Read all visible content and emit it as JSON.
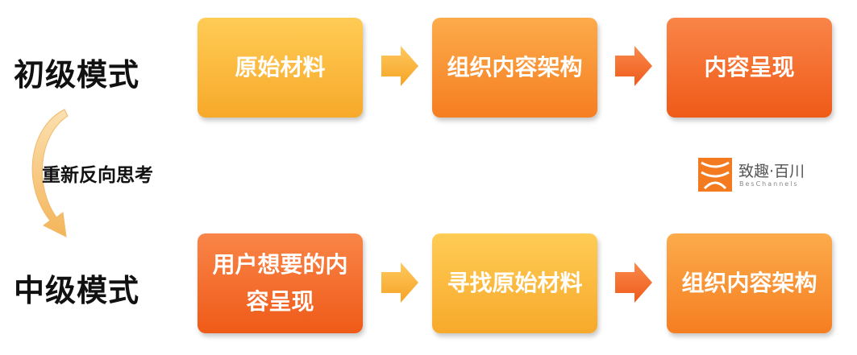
{
  "rows": [
    {
      "label": "初级模式",
      "steps": [
        "原始材料",
        "组织内容架构",
        "内容呈现"
      ]
    },
    {
      "label": "中级模式",
      "steps": [
        "用户想要的内容呈现",
        "寻找原始材料",
        "组织内容架构"
      ]
    }
  ],
  "reverse_label": "重新反向思考",
  "logo": {
    "name": "致趣·百川",
    "subtitle": "BesChannels"
  },
  "colors": {
    "yellow": "#f7a92a",
    "orange": "#f57e21",
    "red_orange": "#ef5a18",
    "arrow_yellow": "#f9b534",
    "arrow_orange": "#f4642a",
    "curve": "#f8cd8a"
  }
}
